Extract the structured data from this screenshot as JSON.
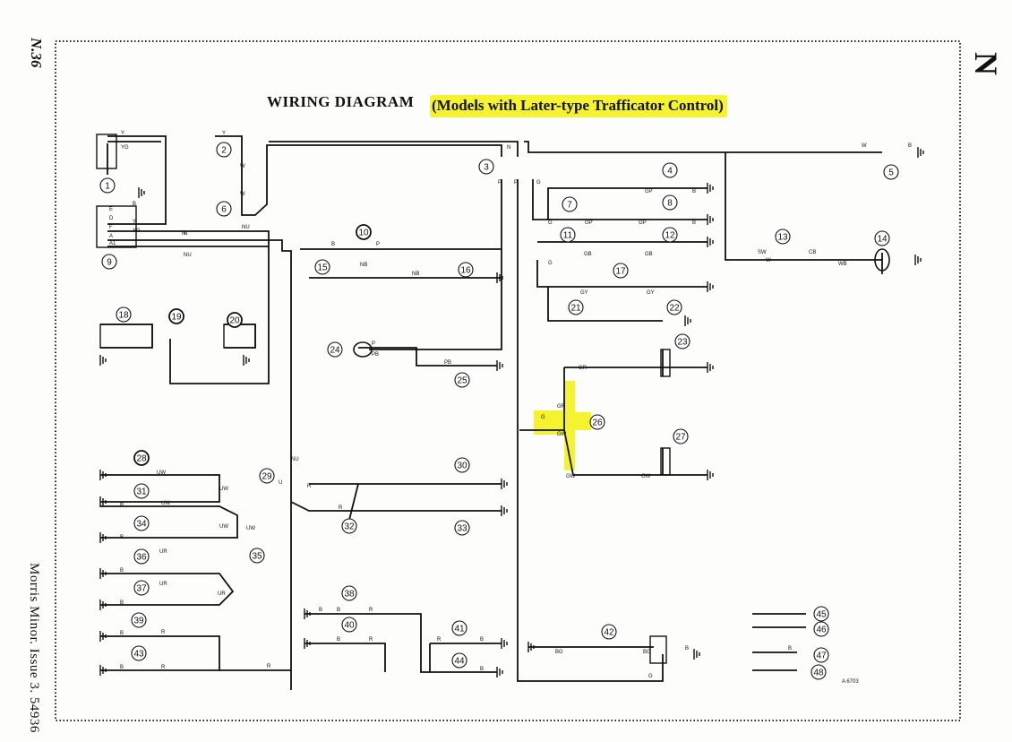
{
  "page": {
    "page_id": "N.36",
    "section_letter": "N",
    "footer": "Morris Minor.   Issue 3.   54936",
    "title": "WIRING DIAGRAM",
    "subtitle": "(Models with Later-type Trafficator Control)",
    "reference": "A 6703"
  },
  "highlight_color": "#f5f230",
  "components": [
    "1",
    "2",
    "3",
    "4",
    "5",
    "6",
    "7",
    "8",
    "9",
    "10",
    "11",
    "12",
    "13",
    "14",
    "15",
    "16",
    "17",
    "18",
    "19",
    "20",
    "21",
    "22",
    "23",
    "24",
    "25",
    "26",
    "27",
    "28",
    "29",
    "30",
    "31",
    "32",
    "33",
    "34",
    "35",
    "36",
    "37",
    "38",
    "39",
    "40",
    "41",
    "42",
    "43",
    "44",
    "45",
    "46",
    "47",
    "48"
  ],
  "wire_labels": {
    "top": [
      "Y",
      "YG",
      "Y",
      "W",
      "W",
      "NU",
      "N",
      "N",
      "P",
      "G",
      "P",
      "W",
      "B"
    ],
    "control_box": [
      "E",
      "D",
      "F",
      "A",
      "A1",
      "B",
      "Y",
      "YG",
      "N",
      "NU"
    ],
    "right_upper": [
      "GP",
      "GP",
      "G",
      "GP",
      "B",
      "B",
      "GB",
      "GB",
      "G",
      "GY",
      "GY",
      "SW",
      "W",
      "CB",
      "WB"
    ],
    "switches": [
      "B",
      "P",
      "NB",
      "NB",
      "P",
      "PB",
      "PB"
    ],
    "trafficator": [
      "GR",
      "GR",
      "G",
      "GW",
      "GW",
      "GW"
    ],
    "lamps_left": [
      "UW",
      "UW",
      "UW",
      "UW",
      "UW",
      "UR",
      "UR",
      "UR",
      "R",
      "R",
      "B",
      "B",
      "B",
      "B",
      "B",
      "B",
      "B"
    ],
    "center_lower": [
      "NU",
      "R",
      "R",
      "R",
      "U"
    ],
    "bottom": [
      "B",
      "R",
      "B",
      "R",
      "R",
      "B",
      "B",
      "BG",
      "BG",
      "B",
      "G",
      "B"
    ]
  }
}
